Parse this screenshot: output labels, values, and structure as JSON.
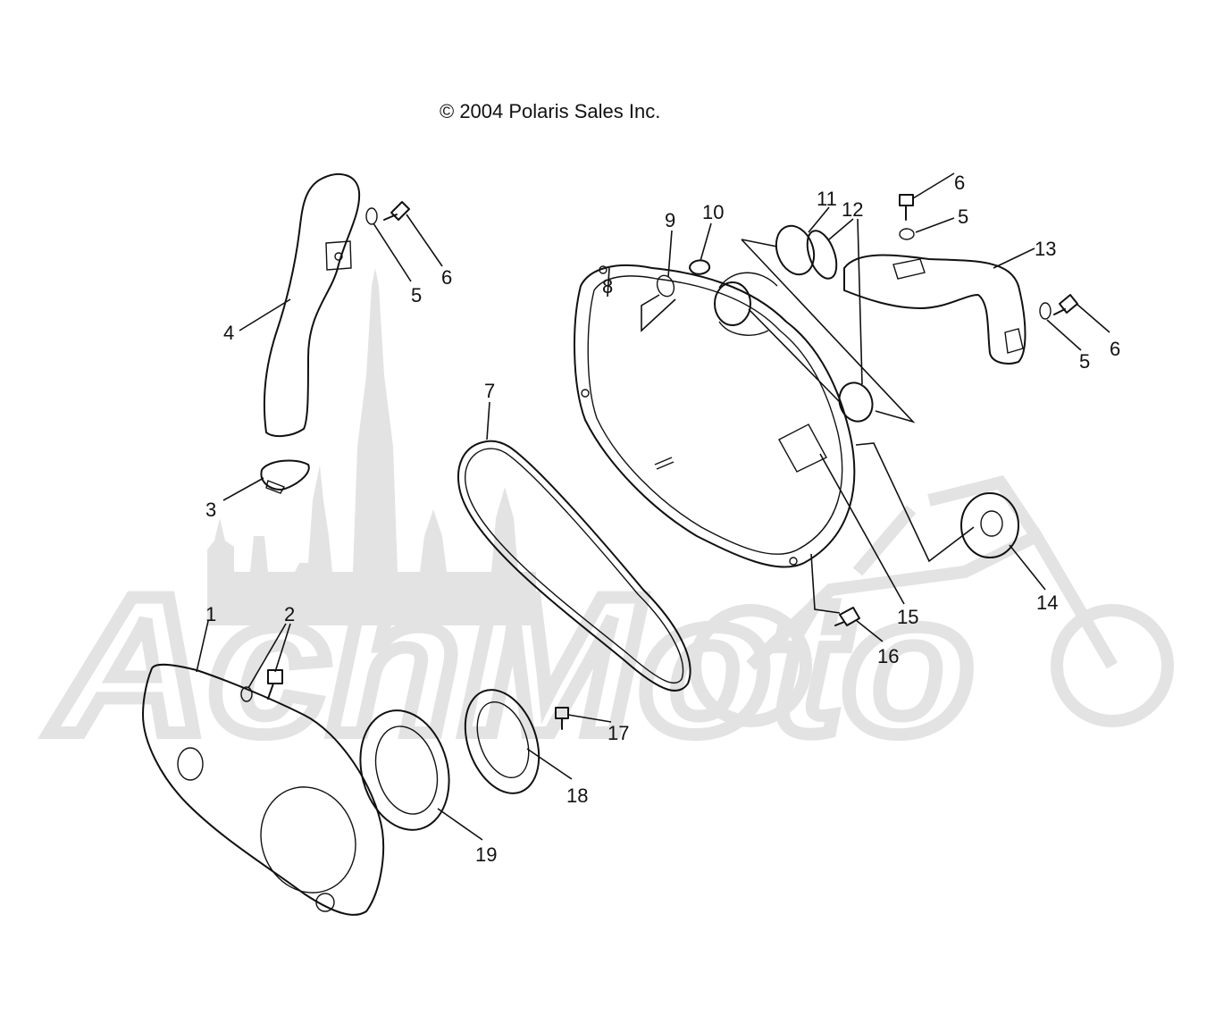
{
  "copyright": "© 2004 Polaris Sales Inc.",
  "watermark": {
    "text": "AchMoto",
    "color": "#e3e3e3"
  },
  "callouts": [
    {
      "id": "c1",
      "text": "1"
    },
    {
      "id": "c2",
      "text": "2"
    },
    {
      "id": "c3",
      "text": "3"
    },
    {
      "id": "c4",
      "text": "4"
    },
    {
      "id": "c5a",
      "text": "5"
    },
    {
      "id": "c6a",
      "text": "6"
    },
    {
      "id": "c7",
      "text": "7"
    },
    {
      "id": "c8",
      "text": "8"
    },
    {
      "id": "c9",
      "text": "9"
    },
    {
      "id": "c10",
      "text": "10"
    },
    {
      "id": "c11",
      "text": "11"
    },
    {
      "id": "c12",
      "text": "12"
    },
    {
      "id": "c6b",
      "text": "6"
    },
    {
      "id": "c5b",
      "text": "5"
    },
    {
      "id": "c13",
      "text": "13"
    },
    {
      "id": "c5c",
      "text": "5"
    },
    {
      "id": "c6c",
      "text": "6"
    },
    {
      "id": "c14",
      "text": "14"
    },
    {
      "id": "c15",
      "text": "15"
    },
    {
      "id": "c16",
      "text": "16"
    },
    {
      "id": "c17",
      "text": "17"
    },
    {
      "id": "c18",
      "text": "18"
    },
    {
      "id": "c19",
      "text": "19"
    }
  ]
}
